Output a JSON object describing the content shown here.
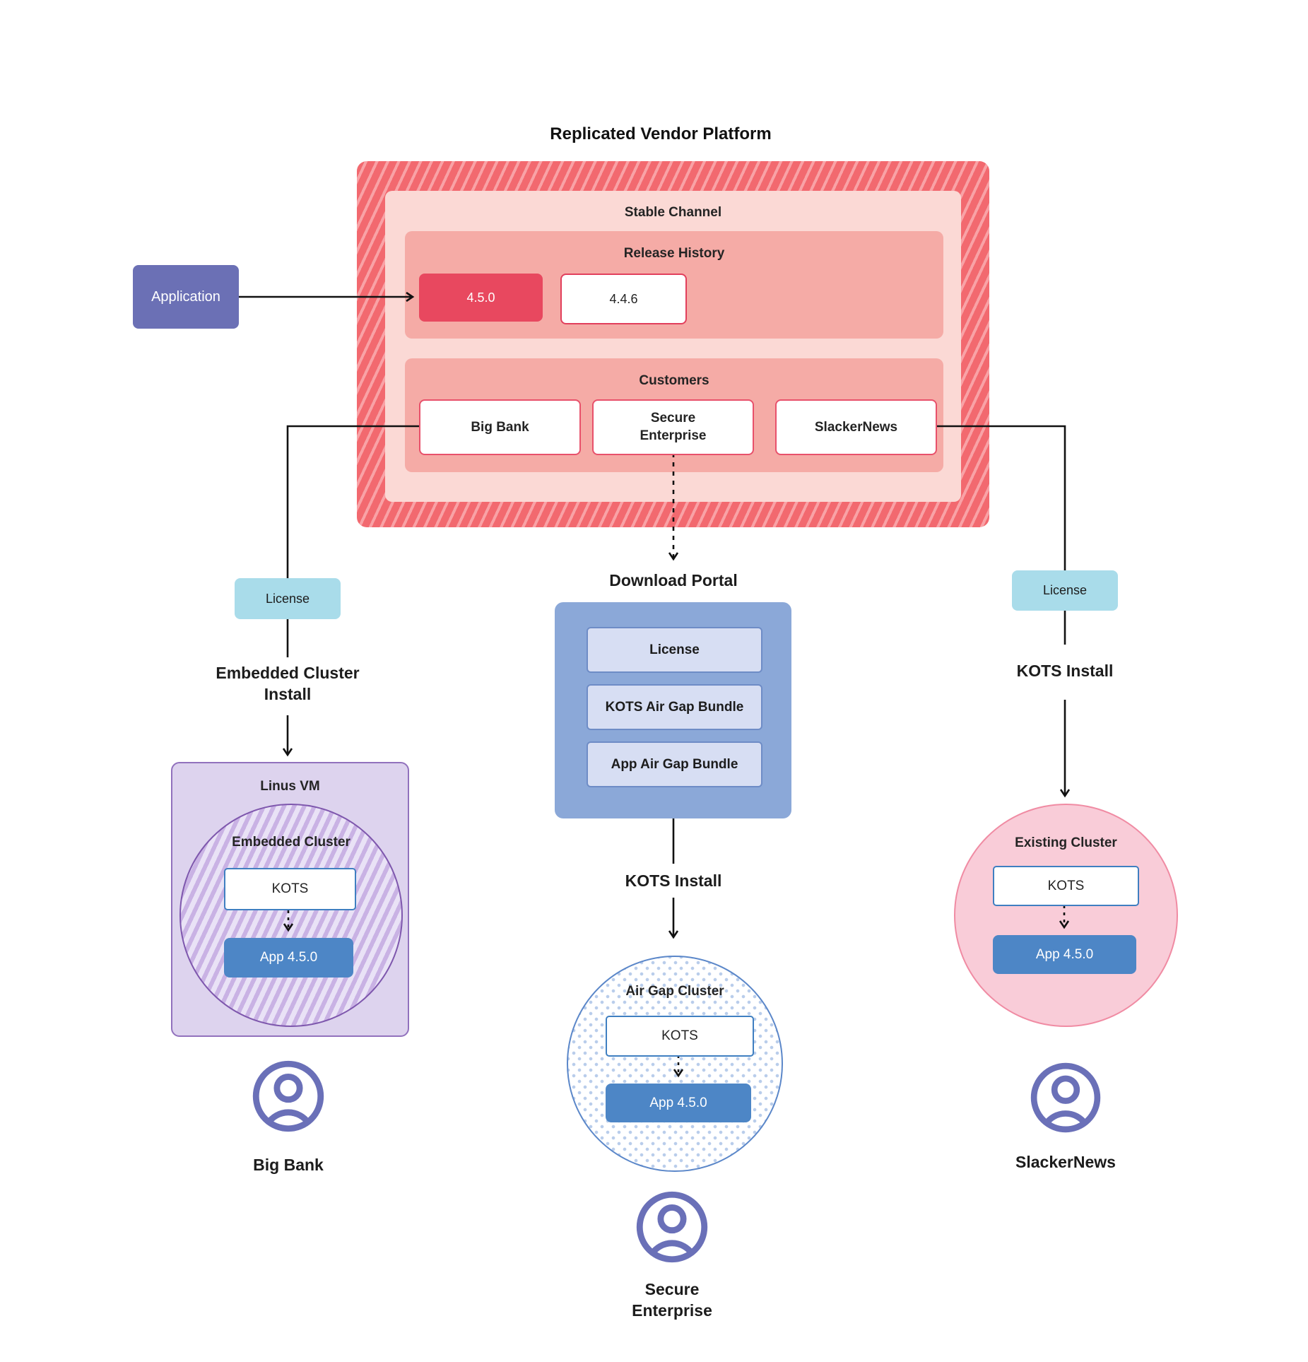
{
  "title": "Replicated Vendor Platform",
  "platform": {
    "stable_channel": "Stable Channel",
    "release_history": {
      "label": "Release History",
      "versions": [
        {
          "label": "4.5.0",
          "highlighted": true
        },
        {
          "label": "4.4.6",
          "highlighted": false
        }
      ]
    },
    "customers": {
      "label": "Customers",
      "items": [
        "Big Bank",
        "Secure Enterprise",
        "SlackerNews"
      ]
    }
  },
  "application": {
    "label": "Application"
  },
  "flows": {
    "left": {
      "license": "License",
      "install_method": "Embedded Cluster Install",
      "host": "Linus VM",
      "cluster": "Embedded Cluster",
      "kots": "KOTS",
      "app": "App 4.5.0",
      "customer": "Big Bank"
    },
    "center": {
      "portal": {
        "title": "Download Portal",
        "items": [
          "License",
          "KOTS Air Gap Bundle",
          "App Air Gap Bundle"
        ]
      },
      "install_method": "KOTS Install",
      "cluster": "Air Gap Cluster",
      "kots": "KOTS",
      "app": "App 4.5.0",
      "customer": "Secure Enterprise"
    },
    "right": {
      "license": "License",
      "install_method": "KOTS Install",
      "cluster": "Existing Cluster",
      "kots": "KOTS",
      "app": "App 4.5.0",
      "customer": "SlackerNews"
    }
  },
  "colors": {
    "platform_red": "#f2696f",
    "platform_stripe": "#f9a2a6",
    "stable_channel_pink": "#fbd9d5",
    "section_pink": "#f5aba6",
    "release_highlight_red": "#e8485f",
    "box_border_red": "#e23f5c",
    "application_indigo": "#6b70b5",
    "license_cyan": "#a9dcea",
    "portal_blue": "#8ba8d8",
    "portal_item_blue": "#d7def3",
    "app_blue": "#4d86c6",
    "kots_border_blue": "#3f7fc1",
    "vm_purple_fill": "#ddd3ee",
    "cluster_purple": "#7e57ad",
    "existing_cluster_pink": "#f9ccd8",
    "airgap_dot_blue": "#b9cdeb",
    "user_icon_indigo": "#6a70b8",
    "connector_black": "#111111"
  }
}
